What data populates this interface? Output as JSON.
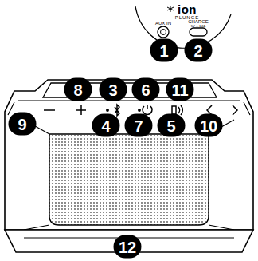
{
  "diagram": {
    "labels": [
      "ion",
      "PLUNGE",
      "AUX IN",
      "CHARGE",
      "5V ⎓ 1.2A",
      "1",
      "2",
      "8",
      "3",
      "6",
      "11",
      "9",
      "4",
      "7",
      "5",
      "10",
      "12"
    ]
  }
}
